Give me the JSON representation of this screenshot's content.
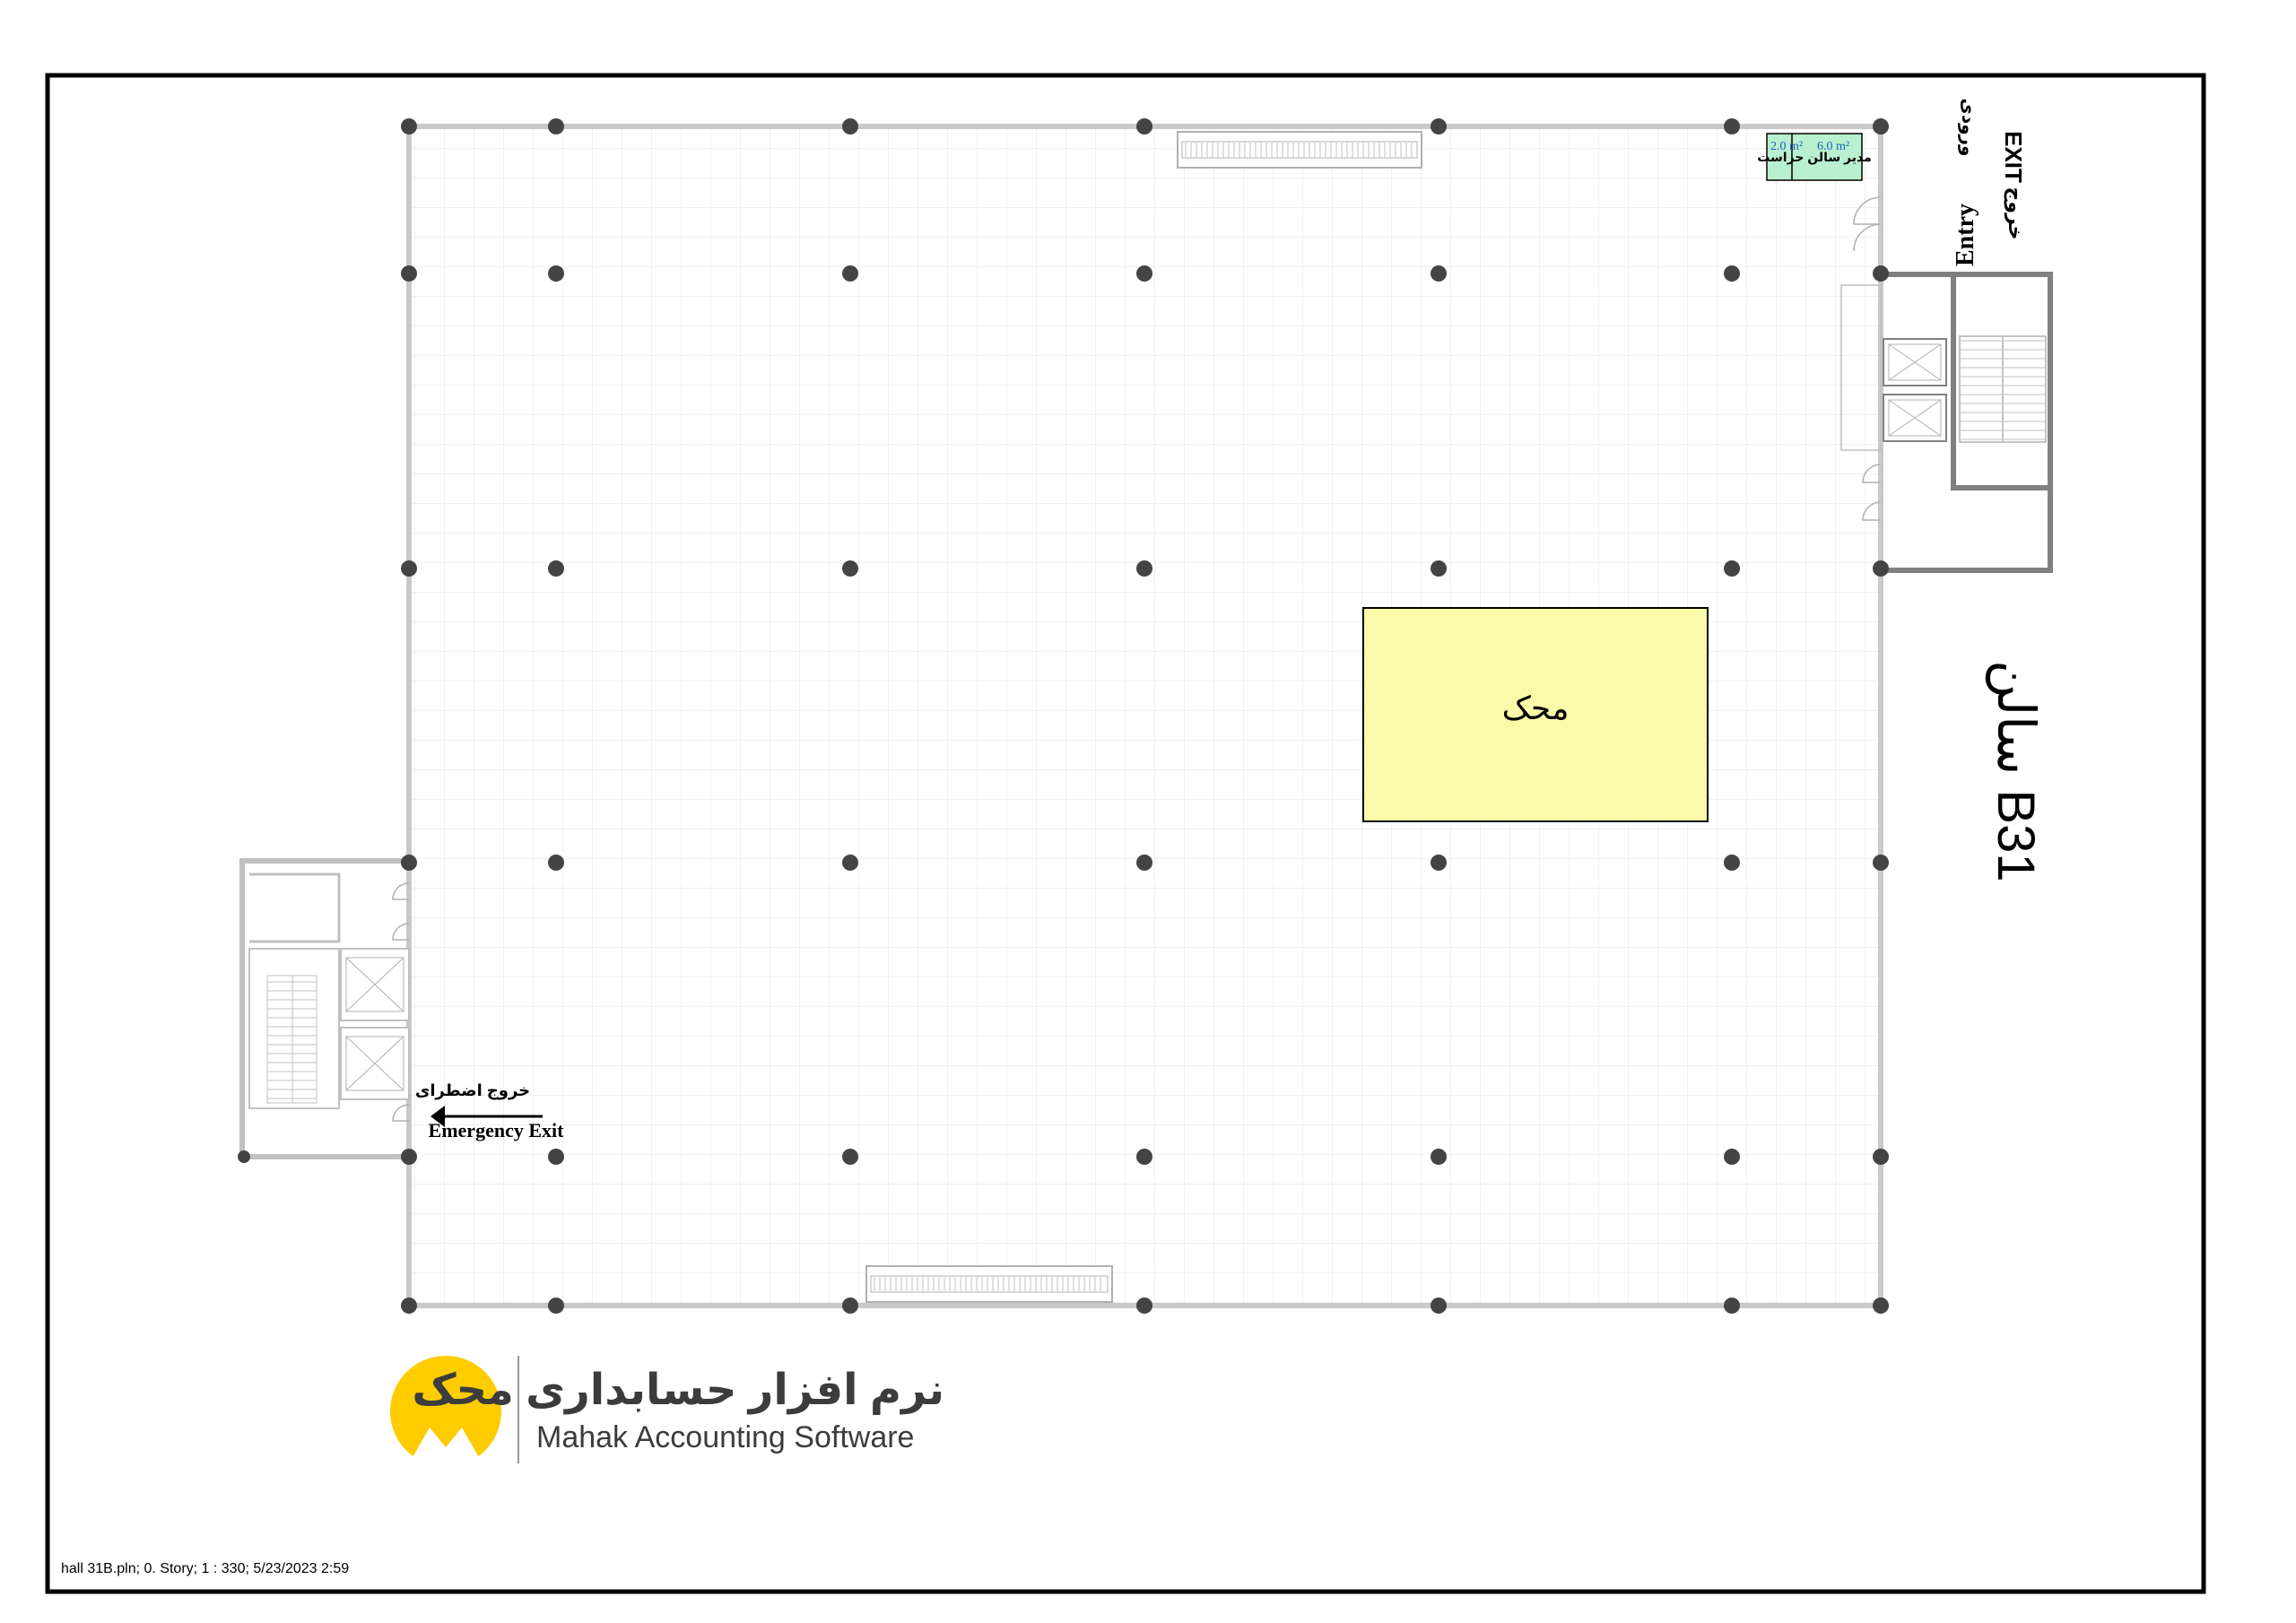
{
  "hall_name": "سالن B31",
  "booth": {
    "label": "محک",
    "fill": "#fafaa8"
  },
  "entrance": {
    "entry_fa": "ورودی",
    "entry_en": "Entry",
    "exit_fa": "خروج",
    "exit_en": "EXIT"
  },
  "office": {
    "area_left": "2.0 m²",
    "area_right": "6.0 m²",
    "label": "مدیر سالن حراست",
    "fill": "#b9f0cf"
  },
  "emergency_exit": {
    "label_fa": "خروج اضطرای",
    "label_en": "Emergency Exit"
  },
  "logo": {
    "name_fa": "نرم افزار حسابداری محک",
    "name_en": "Mahak Accounting Software",
    "color": "#ffcc00",
    "text_color": "#3c3c3c"
  },
  "footer_info": "hall 31B.pln; 0. Story; 1 : 330; 5/23/2023 2:59"
}
